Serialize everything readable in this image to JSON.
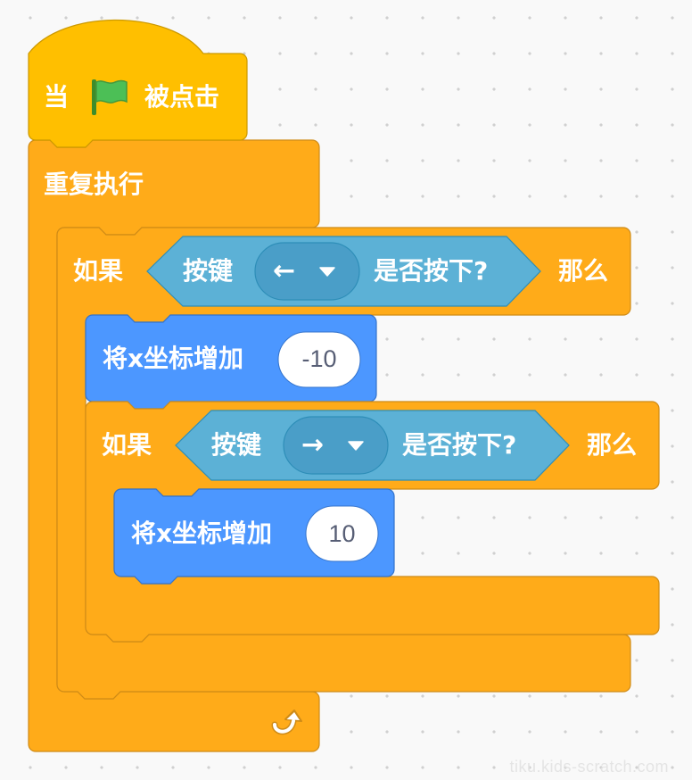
{
  "script": {
    "hat_block": {
      "prefix": "当",
      "icon": "green-flag-icon",
      "suffix": "被点击",
      "color": "#ffbf00"
    },
    "forever_block": {
      "label": "重复执行",
      "icon": "loop-arrow-icon",
      "color": "#ffab19"
    },
    "if_block_1": {
      "if_label": "如果",
      "then_label": "那么",
      "condition": {
        "prefix": "按键",
        "key": "←",
        "suffix": "是否按下?",
        "color": "#5cb1d6"
      },
      "action": {
        "label": "将x坐标增加",
        "value": "-10",
        "color": "#4c97ff"
      }
    },
    "if_block_2": {
      "if_label": "如果",
      "then_label": "那么",
      "condition": {
        "prefix": "按键",
        "key": "→",
        "suffix": "是否按下?",
        "color": "#5cb1d6"
      },
      "action": {
        "label": "将x坐标增加",
        "value": "10",
        "color": "#4c97ff"
      }
    }
  },
  "watermark": "tiku.kids-scratch.com"
}
